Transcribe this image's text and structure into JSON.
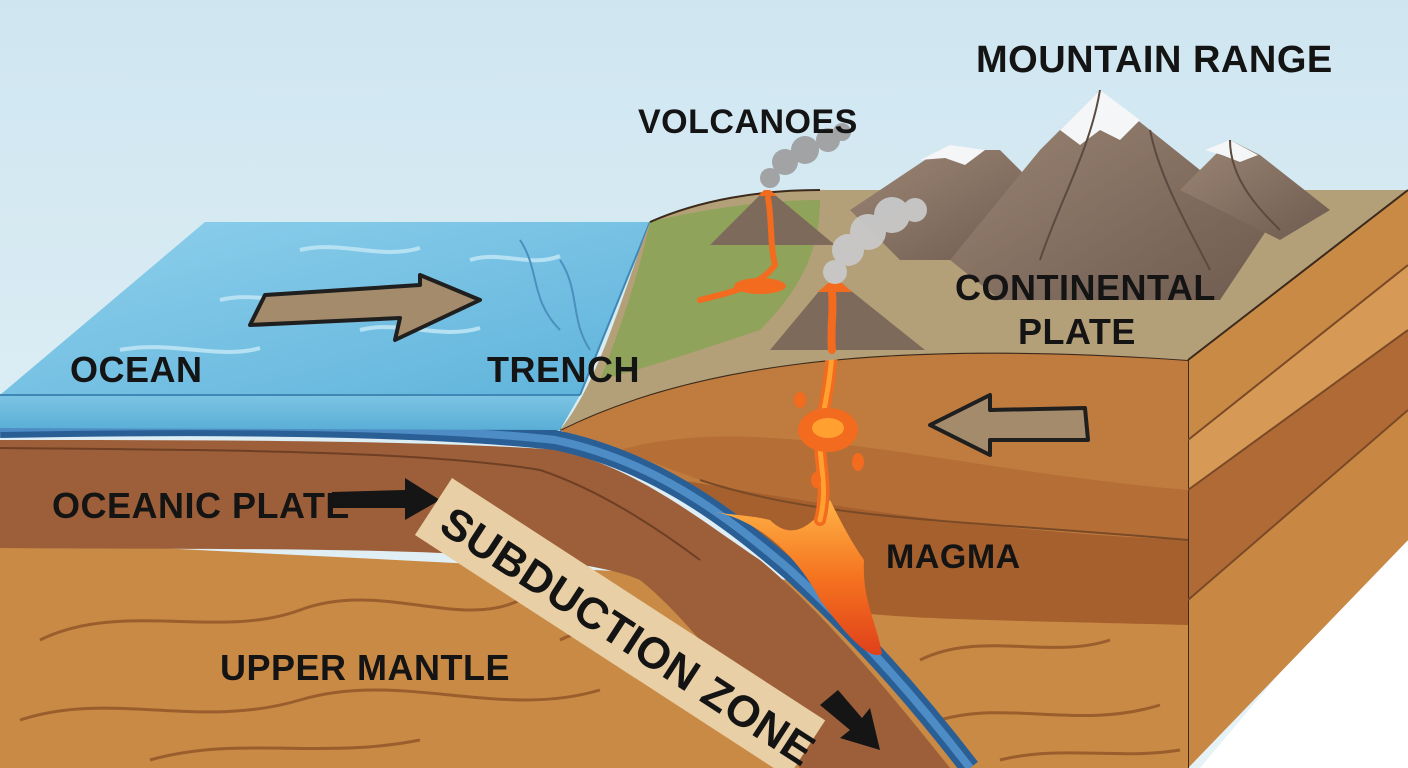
{
  "labels": {
    "mountain_range": "MOUNTAIN RANGE",
    "volcanoes": "VOLCANOES",
    "continental_plate_line1": "CONTINENTAL",
    "continental_plate_line2": "PLATE",
    "ocean": "OCEAN",
    "trench": "TRENCH",
    "oceanic_plate": "OCEANIC PLATE",
    "subduction_zone": "SUBDUCTION ZONE",
    "magma": "MAGMA",
    "upper_mantle": "UPPER MANTLE"
  },
  "colors": {
    "sky": "#dcecf3",
    "ocean_water": "#6fbde0",
    "oceanic_crust": "#2f6fa6",
    "upper_mantle": "#c98a46",
    "continental_crust": "#b8753a",
    "magma": "#f26b1f",
    "mountain": "#8a7566",
    "label_box": "#e8cfa5"
  },
  "icons": {
    "ocean_arrow": "arrow-right-icon",
    "oceanic_plate_arrow": "arrow-right-icon",
    "continental_arrow": "arrow-left-icon",
    "subduction_arrow": "arrow-down-right-icon",
    "smoke": "smoke-plume-icon"
  }
}
